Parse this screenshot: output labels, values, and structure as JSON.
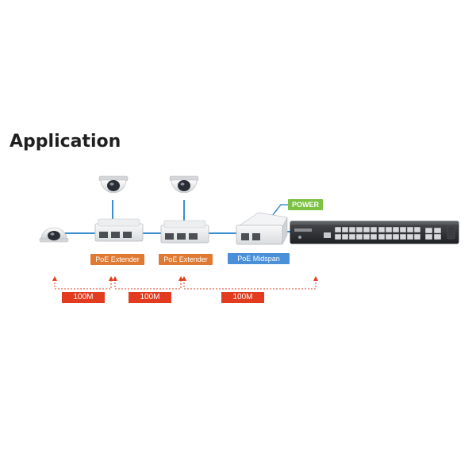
{
  "heading": "Application",
  "devices": {
    "extender_1": "PoE Extender",
    "extender_2": "PoE Extender",
    "midspan": "PoE Midspan"
  },
  "power_label": "POWER",
  "distances": [
    "100M",
    "100M",
    "100M"
  ],
  "colors": {
    "extender_tag": "#e07a32",
    "midspan_tag": "#4a90d9",
    "power_tag": "#7bc142",
    "distance_tag": "#e23b1f",
    "cable": "#3a8fd0",
    "dashed_arrow": "#e23b1f"
  }
}
